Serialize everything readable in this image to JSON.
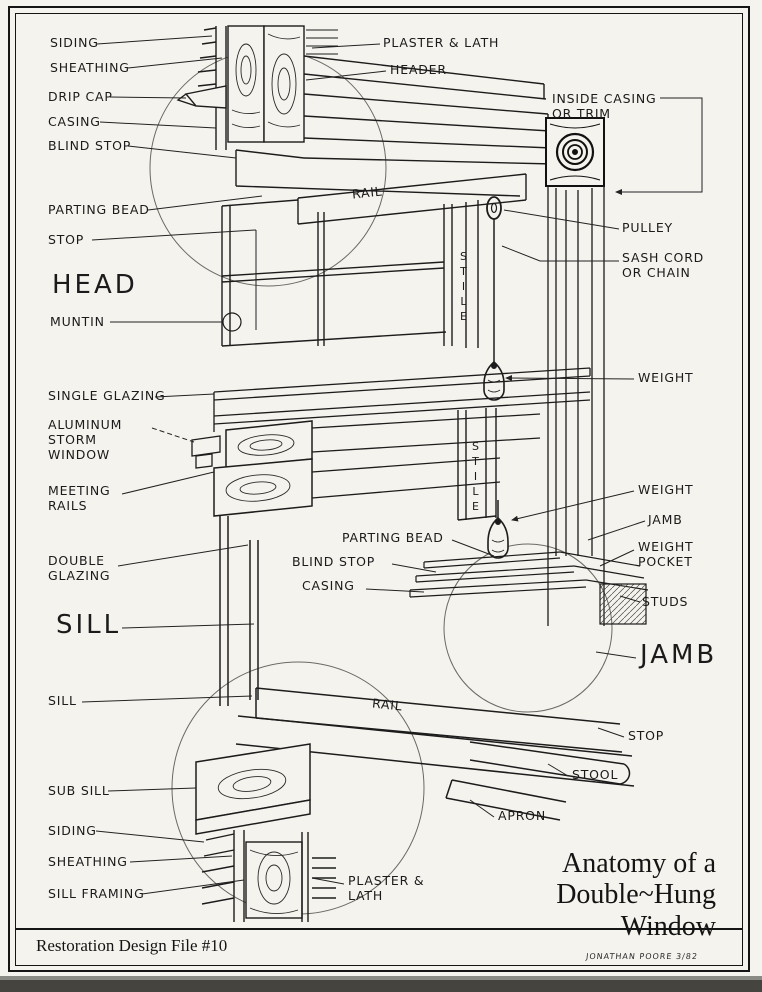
{
  "page": {
    "footer": "Restoration Design File #10",
    "signature": "JONATHAN POORE 3/82",
    "title": {
      "line1": "Anatomy of a",
      "line2": "Double~Hung",
      "line3": "Window"
    }
  },
  "headings": {
    "head": "HEAD",
    "sill": "SILL",
    "jamb": "JAMB"
  },
  "labels": {
    "siding_top": "SIDING",
    "sheathing_top": "SHEATHING",
    "drip_cap": "DRIP CAP",
    "casing_left": "CASING",
    "blind_stop_left": "BLIND STOP",
    "parting_bead_left": "PARTING BEAD",
    "stop_left": "STOP",
    "muntin": "MUNTIN",
    "single_glazing": "SINGLE GLAZING",
    "aluminum_storm_window": "ALUMINUM\nSTORM\nWINDOW",
    "meeting_rails": "MEETING\nRAILS",
    "double_glazing": "DOUBLE\nGLAZING",
    "sill_small": "SILL",
    "sub_sill": "SUB SILL",
    "siding_bottom": "SIDING",
    "sheathing_bottom": "SHEATHING",
    "sill_framing": "SILL FRAMING",
    "plaster_lath_top": "PLASTER & LATH",
    "header": "HEADER",
    "inside_casing": "INSIDE CASING\nOR TRIM",
    "pulley": "PULLEY",
    "sash_cord": "SASH CORD\nOR CHAIN",
    "weight_upper": "WEIGHT",
    "weight_lower": "WEIGHT",
    "jamb_small": "JAMB",
    "weight_pocket": "WEIGHT\nPOCKET",
    "studs": "STUDS",
    "stop_right": "STOP",
    "stool": "STOOL",
    "apron": "APRON",
    "plaster_lath_bottom": "PLASTER &\nLATH",
    "rail_top": "RAIL",
    "rail_bottom": "RAIL",
    "stile_upper": "STILE",
    "stile_lower": "STILE",
    "parting_bead_mid": "PARTING BEAD",
    "blind_stop_mid": "BLIND STOP",
    "casing_mid": "CASING"
  },
  "colors": {
    "paper": "#f5f3ee",
    "ink": "#1b1b1b"
  }
}
